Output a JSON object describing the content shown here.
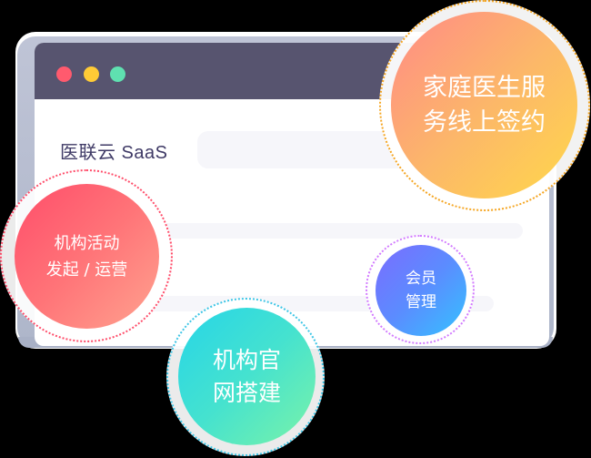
{
  "window": {
    "controls": [
      {
        "name": "close",
        "color": "#ff5a6e"
      },
      {
        "name": "minimize",
        "color": "#ffcb36"
      },
      {
        "name": "maximize",
        "color": "#5fe0b0"
      }
    ],
    "titlebar_color": "#57546f",
    "brand": "医联云 SaaS"
  },
  "features": [
    {
      "id": "family-doctor",
      "lines": [
        "家庭医生服",
        "务线上签约"
      ],
      "gradient": [
        "#ff8a86",
        "#ffd84a"
      ],
      "ring": "#f5a623"
    },
    {
      "id": "org-activity",
      "lines": [
        "机构活动",
        "发起 / 运营"
      ],
      "gradient": [
        "#ff4d6a",
        "#ffa38f"
      ],
      "ring": "#ff4d6a"
    },
    {
      "id": "member-management",
      "lines": [
        "会员",
        "管理"
      ],
      "gradient": [
        "#7b6cff",
        "#34c2ff"
      ],
      "ring": "#d27bff"
    },
    {
      "id": "org-website",
      "lines": [
        "机构官",
        "网搭建"
      ],
      "gradient": [
        "#26d5e8",
        "#7af3a8"
      ],
      "ring": "#3fc6e6"
    }
  ]
}
